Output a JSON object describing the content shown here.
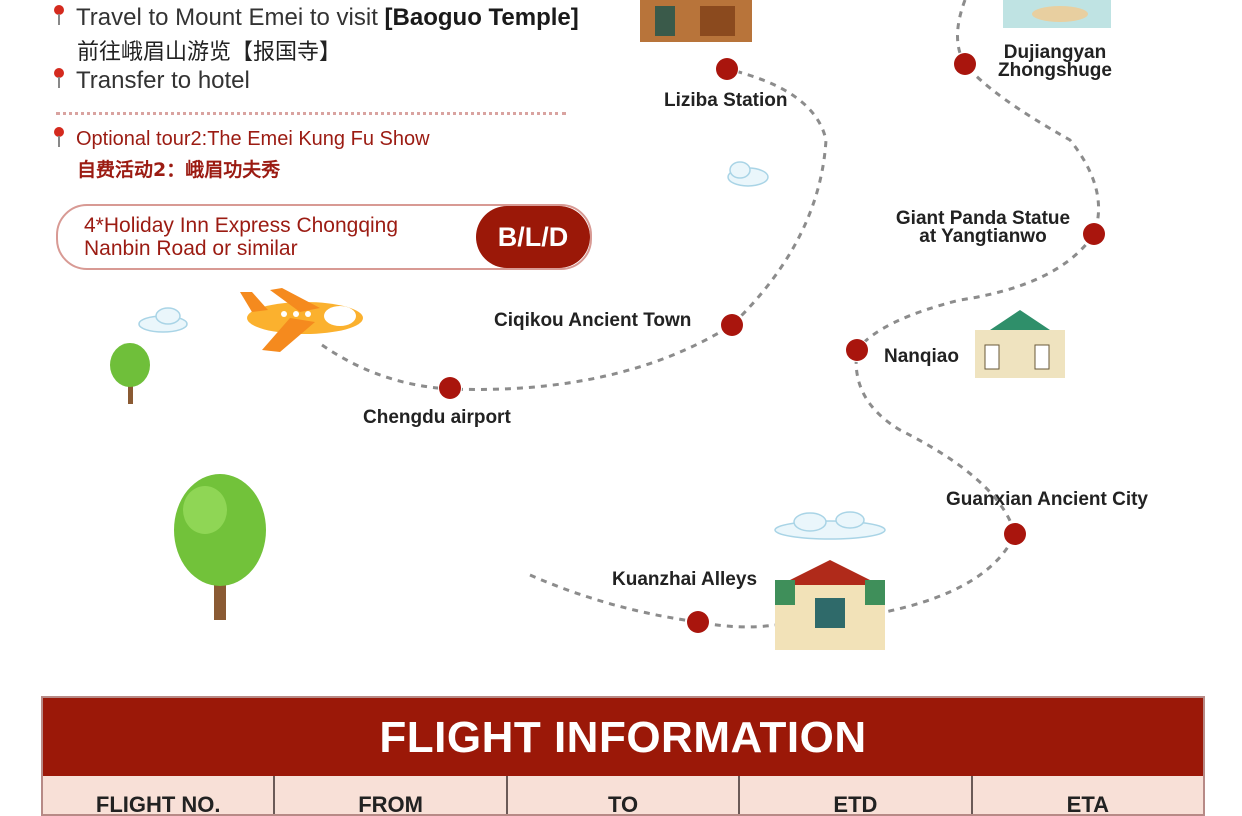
{
  "itinerary": {
    "line1_prefix": "Travel to Mount Emei to visit ",
    "line1_bold": "[Baoguo Temple]",
    "line1_zh": "前往峨眉山游览【报国寺】",
    "line2": "Transfer to hotel",
    "optional_en": "Optional tour2:The Emei Kung Fu Show",
    "optional_zh": "自费活动2：峨眉功夫秀"
  },
  "hotel": {
    "line1": "4*Holiday Inn Express Chongqing",
    "line2": "Nanbin Road or similar",
    "meals": "B/L/D"
  },
  "map": {
    "stops": {
      "liziba": "Liziba Station",
      "dujiangyan_1": "Dujiangyan",
      "dujiangyan_2": "Zhongshuge",
      "panda_1": "Giant Panda Statue",
      "panda_2": "at Yangtianwo",
      "ciqikou": "Ciqikou Ancient Town",
      "nanqiao": "Nanqiao",
      "airport": "Chengdu airport",
      "guanxian": "Guanxian Ancient City",
      "kuanzhai": "Kuanzhai Alleys"
    },
    "colors": {
      "dot": "#a9150d",
      "route": "#8c8c8c",
      "accent": "#9b1808"
    }
  },
  "flight": {
    "title": "FLIGHT INFORMATION",
    "columns": [
      "FLIGHT NO.",
      "FROM",
      "TO",
      "ETD",
      "ETA"
    ]
  }
}
